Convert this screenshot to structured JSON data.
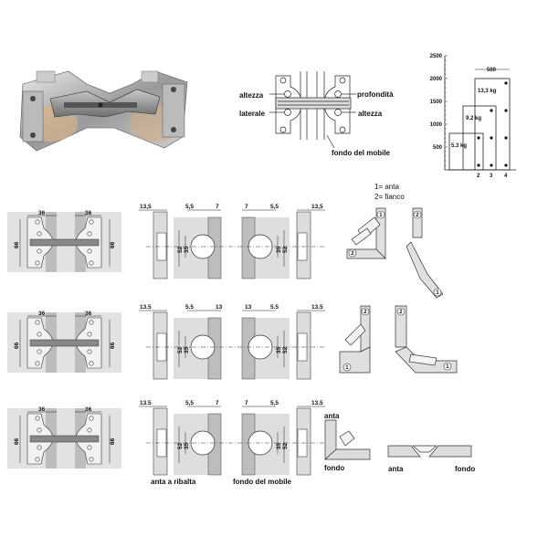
{
  "adjustment": {
    "altezza_left": "altezza",
    "laterale": "laterale",
    "profondita": "profondità",
    "altezza_right": "altezza",
    "fondo": "fondo del mobile"
  },
  "legend": {
    "line1": "1= anta",
    "line2": "2= fianco",
    "mark1": "1",
    "mark2": "2"
  },
  "rows": [
    {
      "left_width": "36",
      "right_width": "36",
      "height": "66",
      "side_gap": "13,5",
      "offset": "5,5",
      "edge": "7",
      "outer": "52",
      "inner": "35"
    },
    {
      "left_width": "36",
      "right_width": "36",
      "height": "66",
      "side_gap": "13.5",
      "offset": "5.5",
      "edge": "13",
      "outer": "52",
      "inner": "35"
    },
    {
      "left_width": "36",
      "right_width": "36",
      "height": "66",
      "side_gap": "13.5",
      "offset": "5,5",
      "edge": "7",
      "outer": "52",
      "inner": "35"
    }
  ],
  "bottom_labels": {
    "anta_ribalta": "anta a ribalta",
    "fondo_mobile": "fondo del mobile",
    "anta": "anta",
    "fondo": "fondo"
  },
  "chart_data": {
    "type": "bar",
    "title": "",
    "xlabel": "",
    "ylabel": "",
    "ylim": [
      0,
      2500
    ],
    "yticks": [
      "500",
      "1000",
      "1500",
      "2000",
      "2500"
    ],
    "categories": [
      "2",
      "3",
      "4"
    ],
    "values": [
      800,
      1400,
      2000
    ],
    "bar_labels": [
      "5.3 kg",
      "9.2 kg",
      "13,3 kg"
    ],
    "width_annotation": "500",
    "hinge_positions": [
      [
        700,
        100
      ],
      [
        700,
        1300,
        100
      ],
      [
        1900,
        1300,
        700,
        100
      ]
    ]
  }
}
